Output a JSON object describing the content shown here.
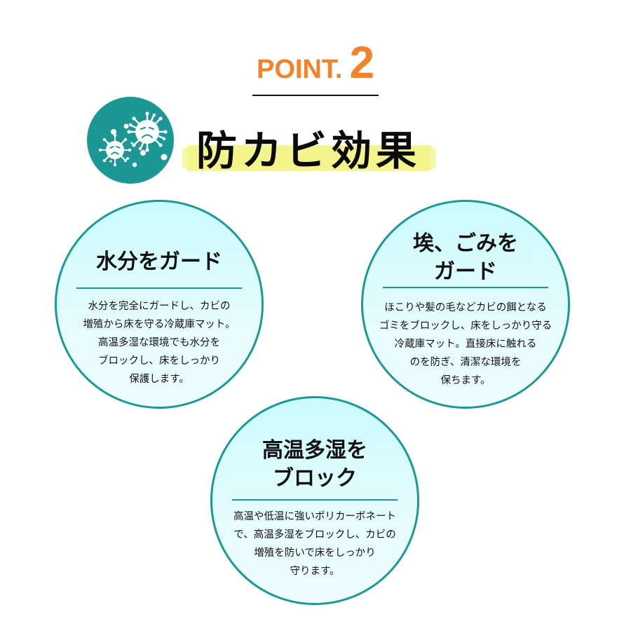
{
  "header": {
    "point_label": "POINT.",
    "point_number": "2",
    "title": "防カビ効果",
    "badge_icon": "virus-icon"
  },
  "colors": {
    "accent_orange": "#f5822a",
    "teal": "#1a9a97",
    "highlight_yellow": "#f3f58c",
    "circle_fill": "#dffbfd"
  },
  "features": [
    {
      "title_lines": [
        "水分をガード"
      ],
      "body_lines": [
        "水分を完全にガードし、カビの",
        "増殖から床を守る冷蔵庫マット。",
        "高温多湿な環境でも水分を",
        "ブロックし、床をしっかり",
        "保護します。"
      ]
    },
    {
      "title_lines": [
        "埃、ごみを",
        "ガード"
      ],
      "body_lines": [
        "ほこりや髪の毛などカビの餌となる",
        "ゴミをブロックし、床をしっかり守る",
        "冷蔵庫マット。直接床に触れる",
        "のを防ぎ、清潔な環境を",
        "保ちます。"
      ]
    },
    {
      "title_lines": [
        "高温多湿を",
        "ブロック"
      ],
      "body_lines": [
        "高温や低温に強いポリカーボネート",
        "で、高温多湿をブロックし、カビの",
        "増殖を防いで床をしっかり",
        "守ります。"
      ]
    }
  ]
}
